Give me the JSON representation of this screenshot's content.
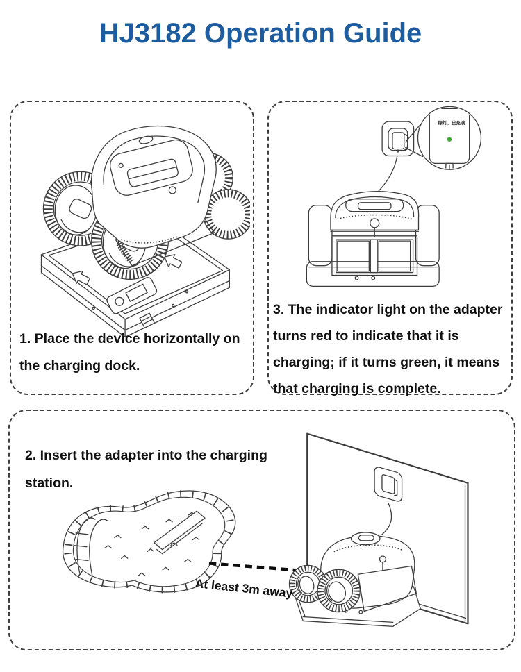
{
  "page": {
    "title": "HJ3182 Operation Guide",
    "title_color": "#1d5c9e",
    "background": "#ffffff",
    "line_art_color": "#3c3c3c"
  },
  "steps": {
    "step1": {
      "lines": [
        "1. Place the device horizontally on",
        "the charging dock."
      ]
    },
    "step2": {
      "lines": [
        "2. Insert the adapter into the charging",
        "station."
      ],
      "distance_label": "At least 3m away"
    },
    "step3": {
      "lines": [
        "3. The indicator light on the adapter",
        "turns red to indicate that it is",
        "charging; if it turns green, it means",
        "that charging is complete."
      ]
    }
  },
  "adapter_callout": {
    "label": "绿灯，已充满",
    "led_color": "#3fa535"
  }
}
